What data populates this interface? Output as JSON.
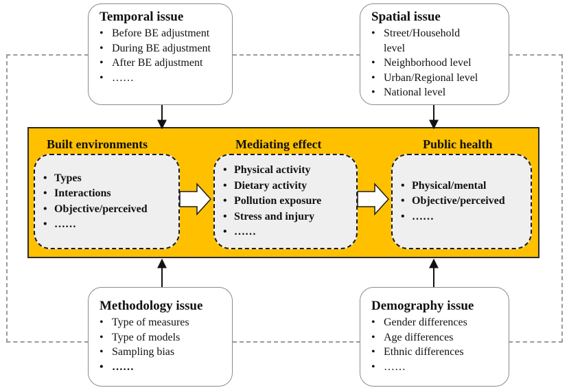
{
  "issues": {
    "temporal": {
      "title": "Temporal issue",
      "items": [
        "Before BE adjustment",
        "During BE adjustment",
        "After BE adjustment",
        "……"
      ]
    },
    "spatial": {
      "title": "Spatial issue",
      "items": [
        "Street/Household level",
        "Neighborhood level",
        "Urban/Regional level",
        "National level"
      ]
    },
    "methodology": {
      "title": "Methodology issue",
      "items": [
        "Type of measures",
        "Type of models",
        "Sampling bias",
        "……"
      ]
    },
    "demography": {
      "title": "Demography issue",
      "items": [
        "Gender differences",
        "Age differences",
        "Ethnic differences",
        "……"
      ]
    }
  },
  "central": {
    "built_environments": {
      "title": "Built environments",
      "items": [
        "Types",
        "Interactions",
        "Objective/perceived",
        "……"
      ]
    },
    "mediating_effect": {
      "title": "Mediating effect",
      "items": [
        "Physical activity",
        "Dietary activity",
        "Pollution exposure",
        "Stress and injury",
        "……"
      ]
    },
    "public_health": {
      "title": "Public health",
      "items": [
        "Physical/mental",
        "Objective/perceived",
        "……"
      ]
    }
  },
  "colors": {
    "band": "#FFC000",
    "inner_box": "#efefef",
    "dashed_frame": "#9a9a9a"
  }
}
